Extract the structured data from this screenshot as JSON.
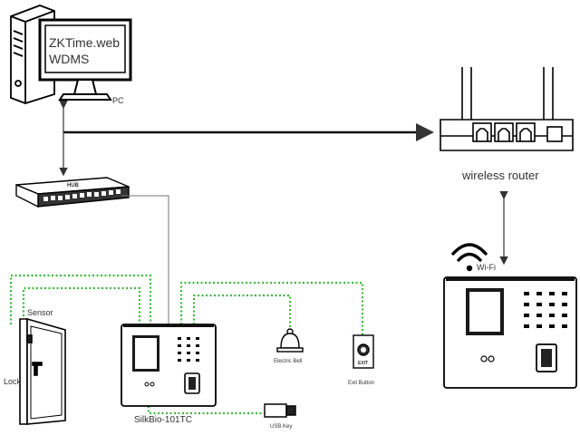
{
  "pc": {
    "screen_text_line1": "ZKTime.web",
    "screen_text_line2": "WDMS",
    "label": "PC"
  },
  "router": {
    "label": "wireless router"
  },
  "switch": {
    "logo": "HUB"
  },
  "door": {
    "sensor_label": "Sensor",
    "lock_label": "Lock"
  },
  "terminal_left": {
    "label": "SilkBio-101TC"
  },
  "bell": {
    "label": "Electric Bell"
  },
  "exit_button": {
    "label": "Exit Button",
    "plate_text": "EXIT"
  },
  "usb": {
    "label": "USB Key"
  },
  "wifi": {
    "label": "Wi-Fi"
  },
  "colors": {
    "wire": "#555555",
    "dotted_cable": "#3cb83c",
    "outline": "#000000",
    "screen": "#1a1a1a"
  },
  "icons": [
    "pc-tower-icon",
    "monitor-icon",
    "router-icon",
    "switch-icon",
    "door-icon",
    "bell-icon",
    "exit-button-icon",
    "usb-key-icon",
    "wifi-icon",
    "terminal-icon"
  ]
}
